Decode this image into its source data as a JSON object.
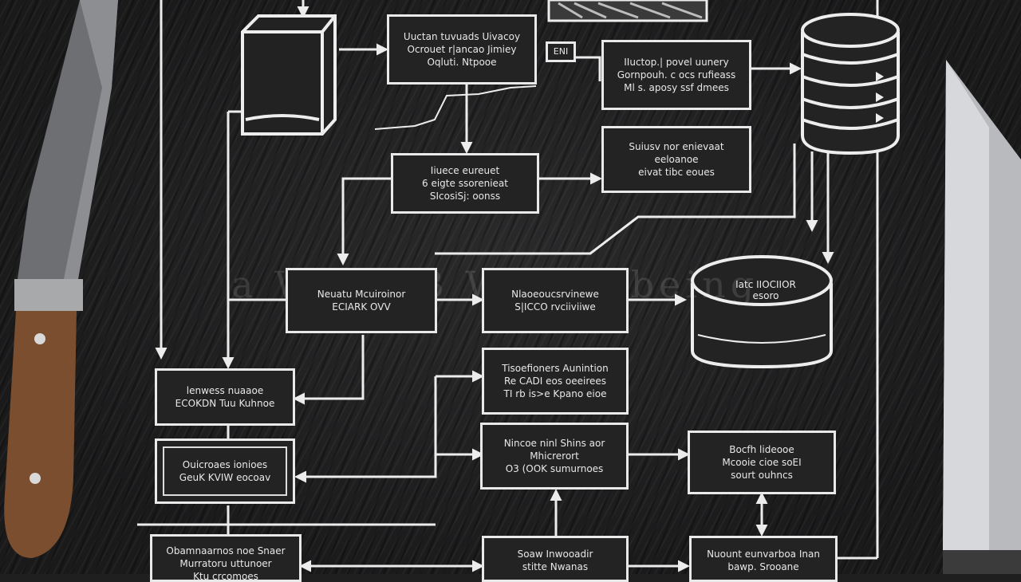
{
  "diagram": {
    "boxes": [
      {
        "id": "b1",
        "lines": [
          "Uuctan tuvuads Uivacoy",
          "Ocrouet r|ancao Jimiey",
          "Oqluti. Ntpooe"
        ]
      },
      {
        "id": "b2",
        "lines": [
          "IIuctop.| povel uunery",
          "Gornpouh. c ocs rufieass",
          "Ml s. aposy ssf dmees"
        ]
      },
      {
        "id": "b3",
        "lines": [
          "Iiuece eureuet",
          "6 eigte ssorenieat",
          "SIcosiSj: oonss"
        ]
      },
      {
        "id": "b4",
        "lines": [
          "Suiusv nor enievaat",
          "eeloanoe",
          "eivat tibc eoues"
        ]
      },
      {
        "id": "b5",
        "lines": [
          "Neuatu Mcuiroinor",
          "ECIARK OVV"
        ]
      },
      {
        "id": "b6",
        "lines": [
          "Nlaoeoucsrvinewe",
          "S|ICCO rvciiviiwe"
        ]
      },
      {
        "id": "b7",
        "lines": [
          "Tisoefioners Aunintion",
          "Re CADI eos oeeirees",
          "TI rb is>e Kpano eioe"
        ]
      },
      {
        "id": "b8",
        "lines": [
          "lenwess nuaaoe",
          "ECOKDN Tuu Kuhnoe"
        ]
      },
      {
        "id": "b9",
        "lines": [
          "Ouicroaes ionioes",
          "GeuK KVIW eocoav"
        ]
      },
      {
        "id": "b10",
        "lines": [
          "Nincoe ninl Shins aor",
          "Mhicrerort",
          "O3 (OOK sumurnoes"
        ]
      },
      {
        "id": "b11",
        "lines": [
          "Bocfh lideooe",
          "Mcooie cioe soEI",
          "sourt ouhncs"
        ]
      },
      {
        "id": "b12",
        "lines": [
          "Obamnaarnos noe Snaer",
          "Murratoru uttunoer",
          "Ktu crcomoes"
        ]
      },
      {
        "id": "b13",
        "lines": [
          "Soaw Inwooadir",
          "stitte Nwanas"
        ]
      },
      {
        "id": "b14",
        "lines": [
          "Nuount eunvarboa Inan",
          "bawp. Srooane"
        ]
      },
      {
        "id": "b15",
        "lines": [
          "ENI"
        ]
      },
      {
        "id": "cyl",
        "lines": [
          "Iatc IIOCIIOR esoro"
        ]
      }
    ],
    "watermark": "a Wy W B W K Aebeing"
  }
}
